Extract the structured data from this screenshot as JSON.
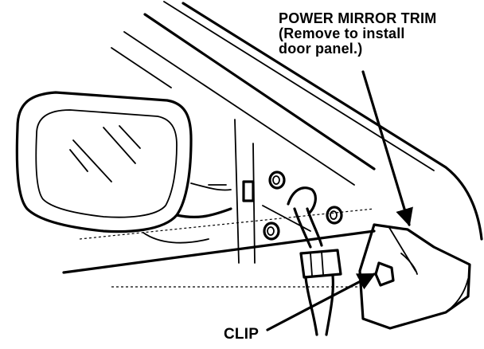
{
  "callouts": {
    "power_mirror_trim": {
      "line1": "POWER MIRROR TRIM",
      "line2": "(Remove to install",
      "line3": "door panel.)"
    },
    "clip": "CLIP"
  }
}
